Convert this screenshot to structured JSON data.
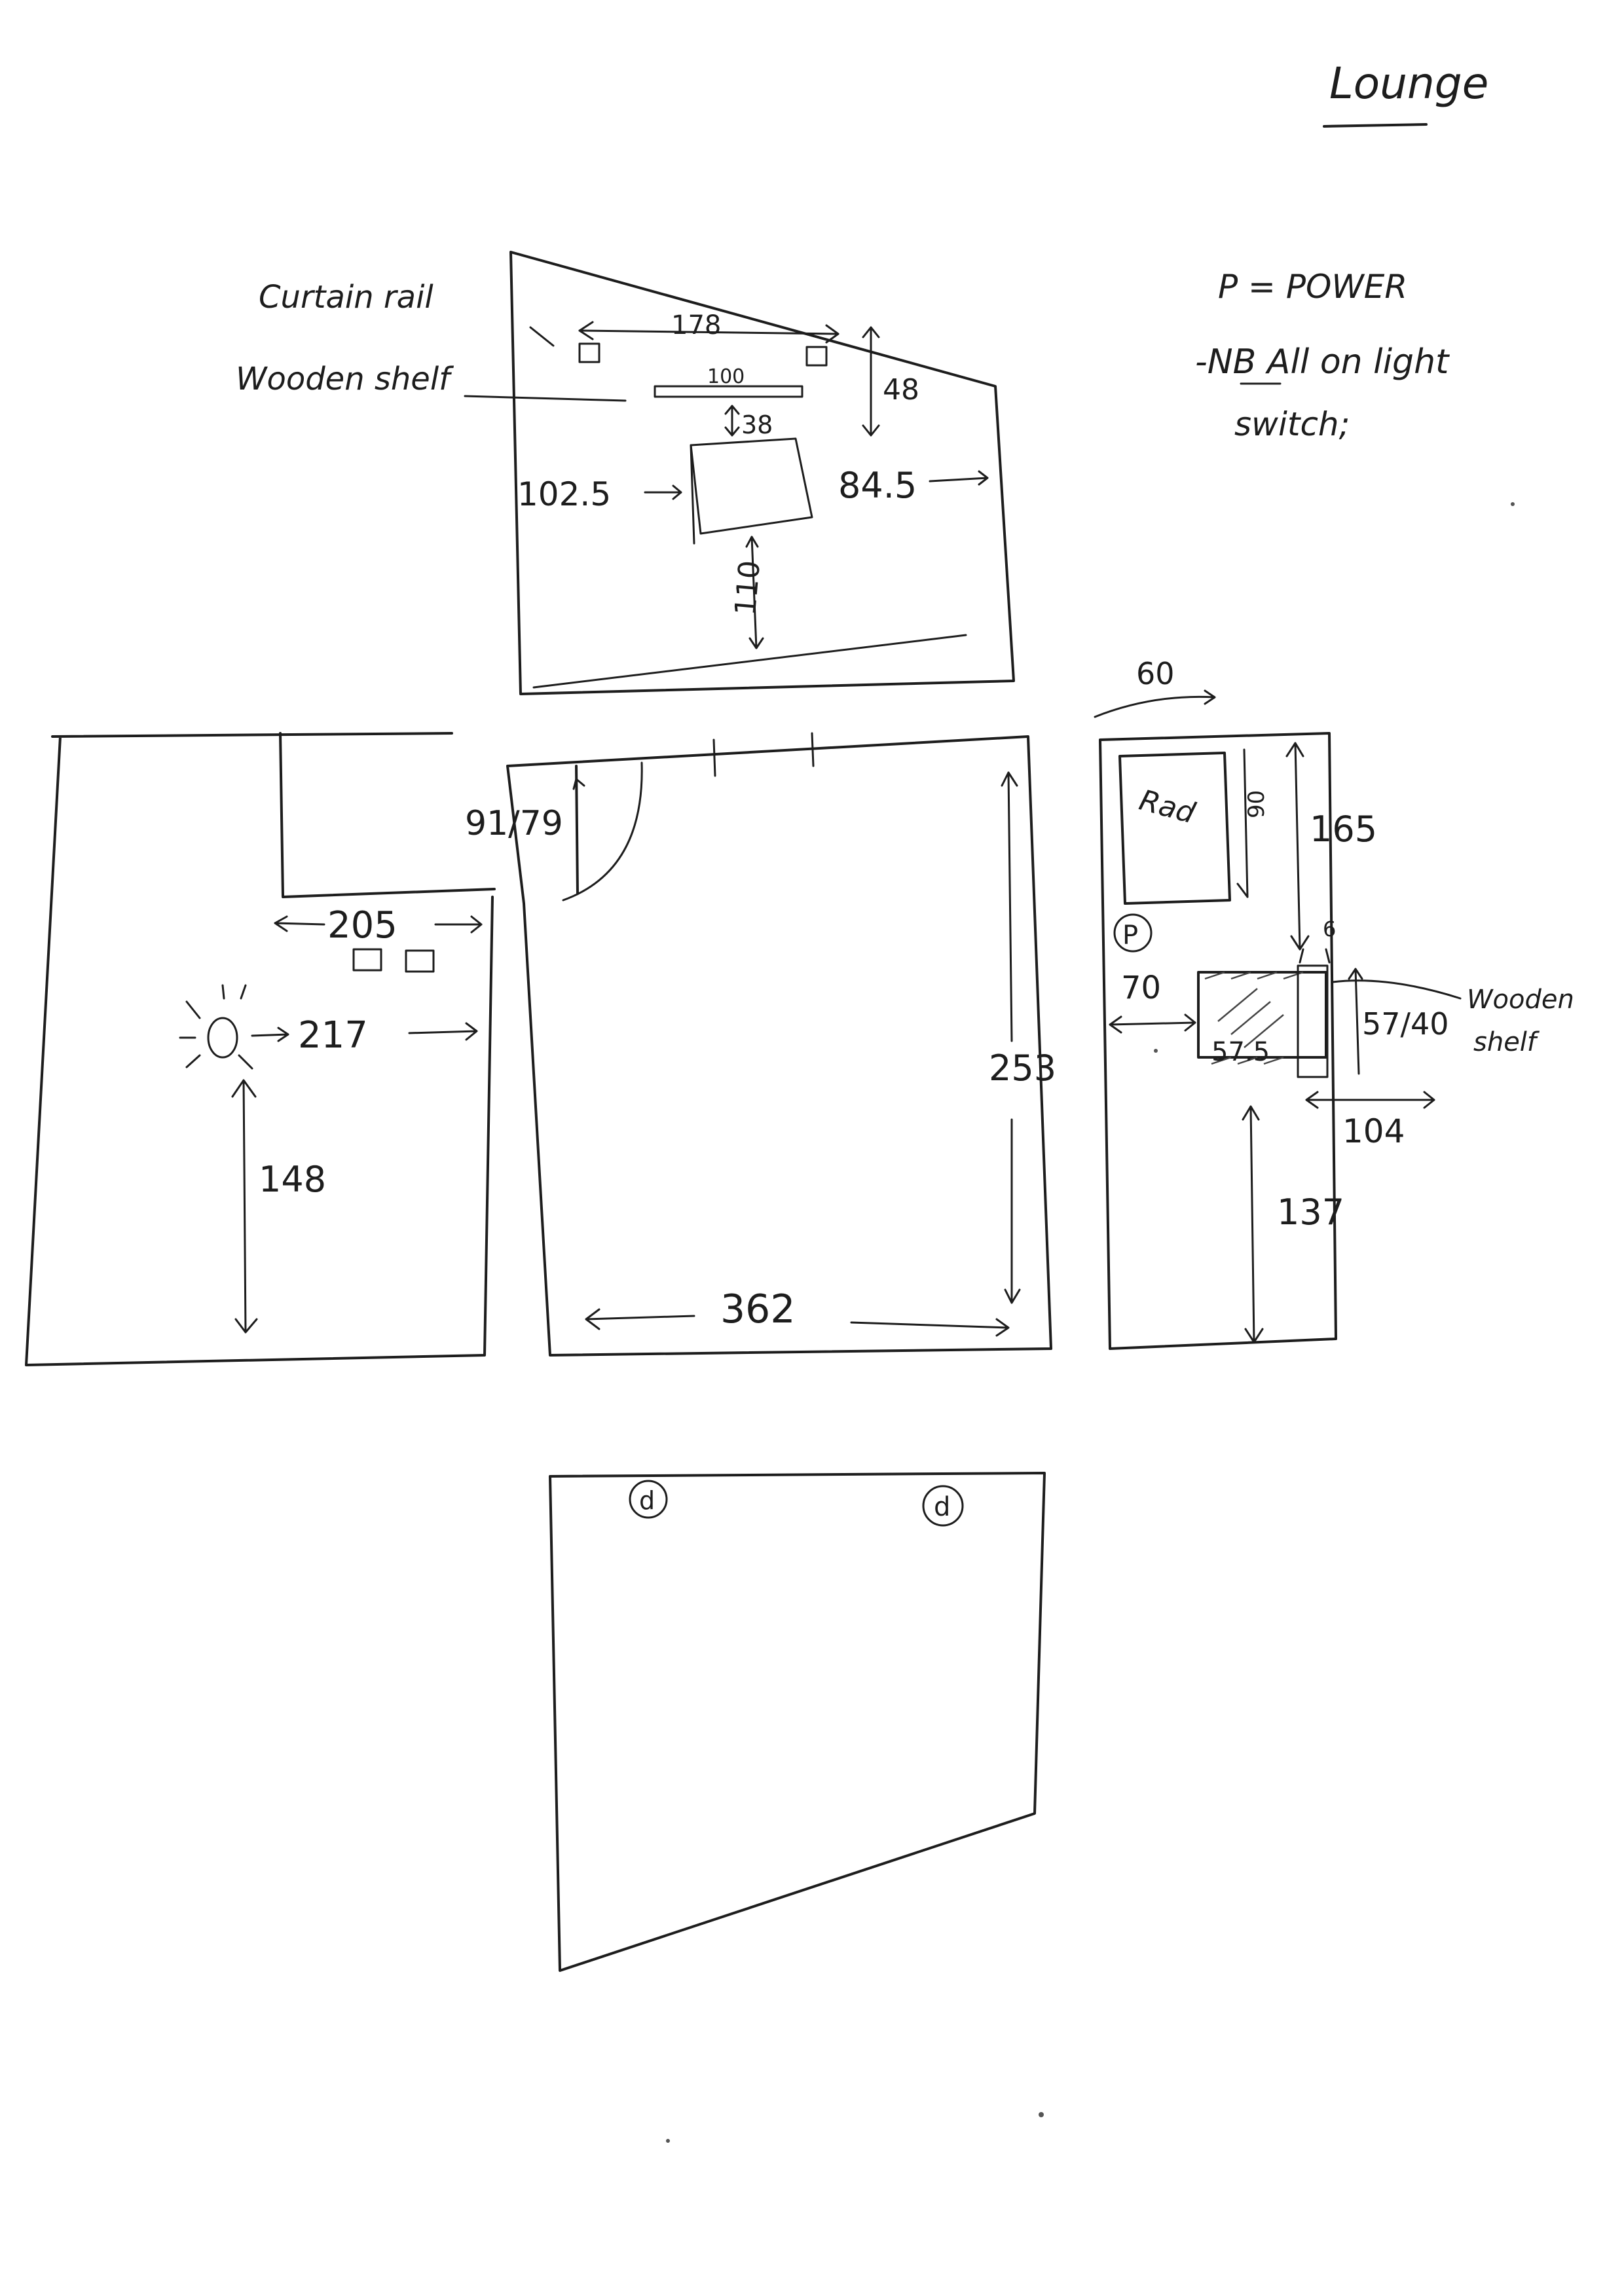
{
  "title": "Lounge",
  "legend": {
    "power": "P = POWER",
    "note_line1": "-NB All on light",
    "note_line2": "switch;"
  },
  "wall_top": {
    "curtain_rail_label": "Curtain rail",
    "wooden_shelf_label": "Wooden shelf",
    "dim_rail": "178",
    "dim_shelf": "100",
    "dim_shelf_gap": "38",
    "dim_height": "48",
    "dim_left": "102.5",
    "dim_right": "84.5",
    "dim_below": "110"
  },
  "wall_left": {
    "dim_width": "205",
    "dim_light": "217",
    "dim_height": "148"
  },
  "floor": {
    "door_dim": "91/79",
    "dim_height": "253",
    "dim_width": "362"
  },
  "wall_right": {
    "dim_top": "60",
    "radiator_label": "Rad",
    "radiator_dim": "90",
    "dim_165": "165",
    "power_symbol": "P",
    "dim_6": "6",
    "dim_70": "70",
    "dim_575": "57.5",
    "dim_5740": "57/40",
    "shelf_label_line1": "Wooden",
    "shelf_label_line2": "shelf",
    "dim_104": "104",
    "dim_137": "137"
  },
  "wall_bottom": {
    "downlight_1": "d",
    "downlight_2": "d"
  }
}
